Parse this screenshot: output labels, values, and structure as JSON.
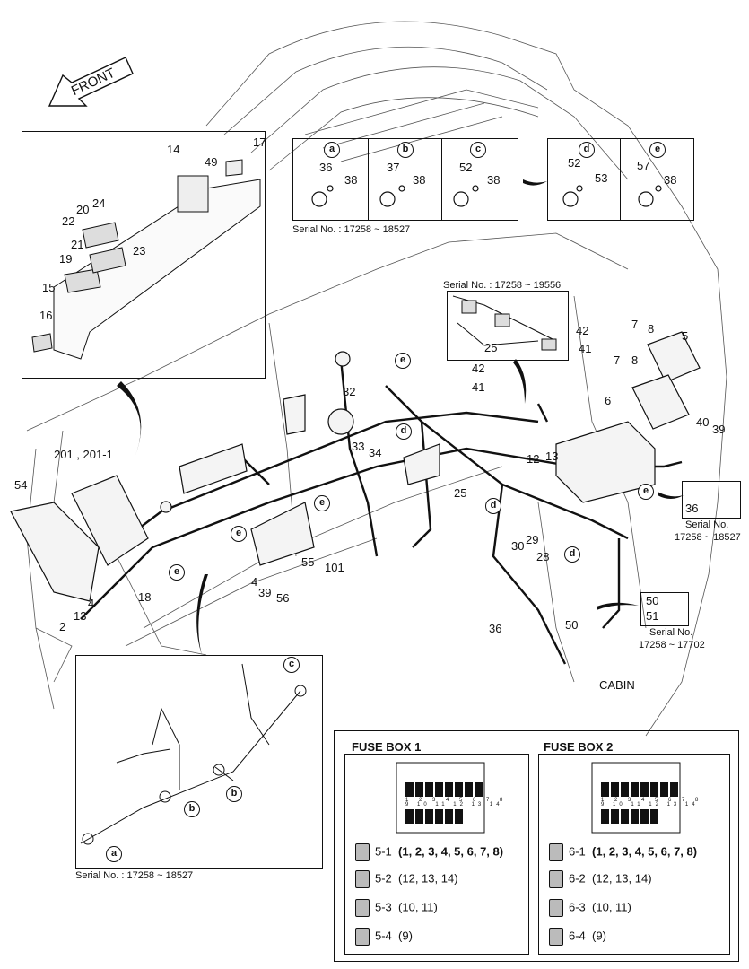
{
  "front_label": "FRONT",
  "cabin_label": "CABIN",
  "inset_top_left": {
    "parts": [
      "14",
      "17",
      "49",
      "24",
      "20",
      "22",
      "21",
      "23",
      "19",
      "15",
      "16"
    ]
  },
  "inset_variants": {
    "panels": [
      {
        "letter": "a",
        "parts": [
          "36",
          "38"
        ]
      },
      {
        "letter": "b",
        "parts": [
          "37",
          "38"
        ]
      },
      {
        "letter": "c",
        "parts": [
          "52",
          "38"
        ]
      }
    ],
    "serial": "Serial No. : 17258 ~ 18527"
  },
  "inset_variants_2": {
    "panels": [
      {
        "letter": "d",
        "parts": [
          "52",
          "53"
        ]
      },
      {
        "letter": "e",
        "parts": [
          "57",
          "38"
        ]
      }
    ]
  },
  "inset_connector": {
    "serial": "Serial No. : 17258 ~ 19556",
    "part": "25"
  },
  "inset_bottom_left": {
    "letters": [
      "c",
      "b",
      "b",
      "a"
    ],
    "serial": "Serial No. : 17258 ~ 18527"
  },
  "inset_right_e": {
    "parts": [
      "36"
    ],
    "serial_line1": "Serial No.",
    "serial_line2": "17258 ~ 18527"
  },
  "inset_right_50": {
    "parts": [
      "50",
      "51"
    ],
    "serial_line1": "Serial No.",
    "serial_line2": "17258 ~ 17702"
  },
  "main_parts": {
    "p201": "201 , 201-1",
    "p54": "54",
    "p4a": "4",
    "p13a": "13",
    "p2": "2",
    "p18": "18",
    "p32": "32",
    "p33": "33",
    "p34": "34",
    "p55": "55",
    "p101": "101",
    "p4b": "4",
    "p39a": "39",
    "p56": "56",
    "p42a": "42",
    "p41a": "41",
    "p42b": "42",
    "p41b": "41",
    "p7a": "7",
    "p8a": "8",
    "p5": "5",
    "p7b": "7",
    "p8b": "8",
    "p6": "6",
    "p40": "40",
    "p39b": "39",
    "p12": "12",
    "p13b": "13",
    "p25": "25",
    "p30": "30",
    "p29": "29",
    "p28": "28",
    "p36": "36",
    "p50": "50"
  },
  "fuse_box_1": {
    "title": "FUSE BOX 1",
    "rows": [
      {
        "id": "5-1",
        "slots": "(1, 2, 3, 4, 5, 6, 7, 8)"
      },
      {
        "id": "5-2",
        "slots": "(12, 13, 14)"
      },
      {
        "id": "5-3",
        "slots": "(10, 11)"
      },
      {
        "id": "5-4",
        "slots": "(9)"
      }
    ],
    "top_numbers": "1 2 3 4 5 6 7 8",
    "bottom_numbers": "9 10 11 12 13 14"
  },
  "fuse_box_2": {
    "title": "FUSE BOX 2",
    "rows": [
      {
        "id": "6-1",
        "slots": "(1, 2, 3, 4, 5, 6, 7, 8)"
      },
      {
        "id": "6-2",
        "slots": "(12, 13, 14)"
      },
      {
        "id": "6-3",
        "slots": "(10, 11)"
      },
      {
        "id": "6-4",
        "slots": "(9)"
      }
    ],
    "top_numbers": "1 2 3 4 5 6 7 8",
    "bottom_numbers": "9 10 11 12 13 14"
  }
}
